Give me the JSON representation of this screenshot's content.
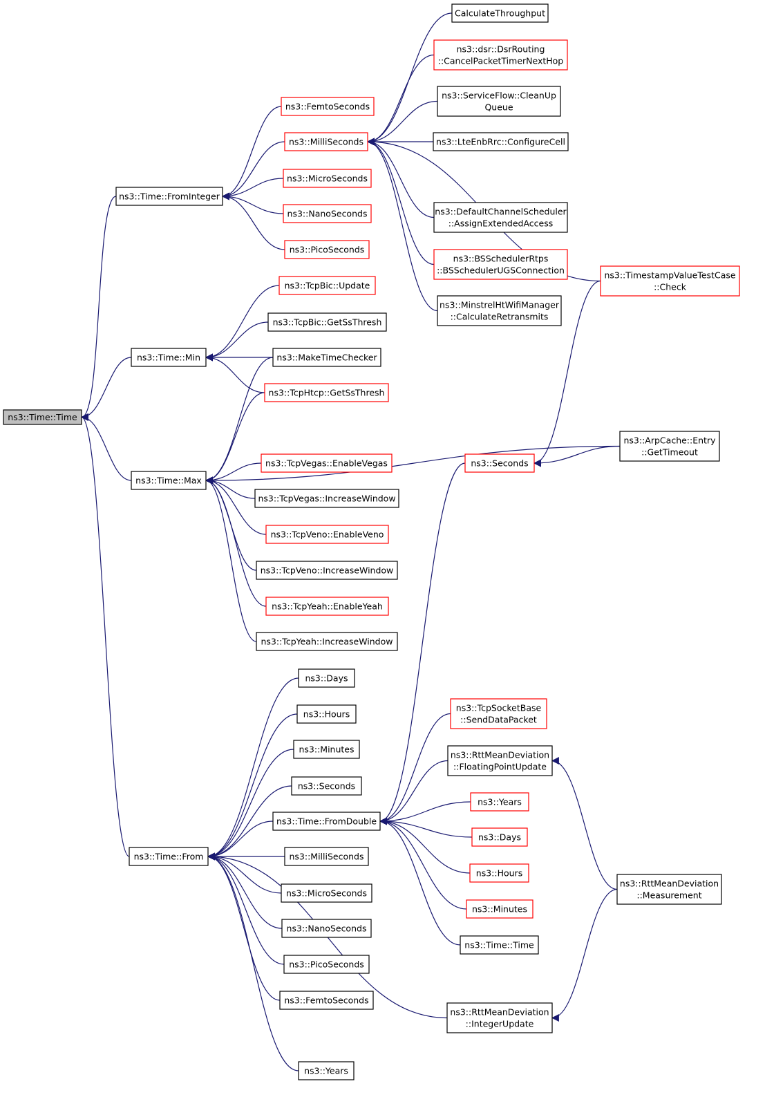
{
  "colors": {
    "edge": "#191970",
    "border_default": "#000000",
    "border_truncated": "#ff0000",
    "fill_root": "#bfbfbf",
    "fill_default": "#ffffff"
  },
  "legend_meaning": {
    "red_border": "truncated node (has more callers not shown)",
    "gray_fill": "focus function"
  },
  "nodes": [
    {
      "id": "root",
      "lines": [
        "ns3::Time::Time"
      ],
      "style": "root"
    },
    {
      "id": "fromint",
      "lines": [
        "ns3::Time::FromInteger"
      ],
      "style": "default"
    },
    {
      "id": "min",
      "lines": [
        "ns3::Time::Min"
      ],
      "style": "default"
    },
    {
      "id": "max",
      "lines": [
        "ns3::Time::Max"
      ],
      "style": "default"
    },
    {
      "id": "from",
      "lines": [
        "ns3::Time::From"
      ],
      "style": "default"
    },
    {
      "id": "femto1",
      "lines": [
        "ns3::FemtoSeconds"
      ],
      "style": "truncated"
    },
    {
      "id": "milli1",
      "lines": [
        "ns3::MilliSeconds"
      ],
      "style": "truncated"
    },
    {
      "id": "micro1",
      "lines": [
        "ns3::MicroSeconds"
      ],
      "style": "truncated"
    },
    {
      "id": "nano1",
      "lines": [
        "ns3::NanoSeconds"
      ],
      "style": "truncated"
    },
    {
      "id": "pico1",
      "lines": [
        "ns3::PicoSeconds"
      ],
      "style": "truncated"
    },
    {
      "id": "calcthru",
      "lines": [
        "CalculateThroughput"
      ],
      "style": "default"
    },
    {
      "id": "dsr",
      "lines": [
        "ns3::dsr::DsrRouting",
        "::CancelPacketTimerNextHop"
      ],
      "style": "truncated"
    },
    {
      "id": "svcflow",
      "lines": [
        "ns3::ServiceFlow::CleanUp",
        "Queue"
      ],
      "style": "default"
    },
    {
      "id": "lteenb",
      "lines": [
        "ns3::LteEnbRrc::ConfigureCell"
      ],
      "style": "default"
    },
    {
      "id": "defchan",
      "lines": [
        "ns3::DefaultChannelScheduler",
        "::AssignExtendedAccess"
      ],
      "style": "default"
    },
    {
      "id": "bssched",
      "lines": [
        "ns3::BSSchedulerRtps",
        "::BSSchedulerUGSConnection"
      ],
      "style": "truncated"
    },
    {
      "id": "minstrel",
      "lines": [
        "ns3::MinstrelHtWifiManager",
        "::CalculateRetransmits"
      ],
      "style": "default"
    },
    {
      "id": "tsvalue",
      "lines": [
        "ns3::TimestampValueTestCase",
        "::Check"
      ],
      "style": "truncated"
    },
    {
      "id": "tcpbicupd",
      "lines": [
        "ns3::TcpBic::Update"
      ],
      "style": "truncated"
    },
    {
      "id": "tcpbicget",
      "lines": [
        "ns3::TcpBic::GetSsThresh"
      ],
      "style": "default"
    },
    {
      "id": "maketime",
      "lines": [
        "ns3::MakeTimeChecker"
      ],
      "style": "default"
    },
    {
      "id": "tcphtcp",
      "lines": [
        "ns3::TcpHtcp::GetSsThresh"
      ],
      "style": "truncated"
    },
    {
      "id": "arpcache",
      "lines": [
        "ns3::ArpCache::Entry",
        "::GetTimeout"
      ],
      "style": "default"
    },
    {
      "id": "seconds1",
      "lines": [
        "ns3::Seconds"
      ],
      "style": "truncated"
    },
    {
      "id": "vegasen",
      "lines": [
        "ns3::TcpVegas::EnableVegas"
      ],
      "style": "truncated"
    },
    {
      "id": "vegasinc",
      "lines": [
        "ns3::TcpVegas::IncreaseWindow"
      ],
      "style": "default"
    },
    {
      "id": "venoen",
      "lines": [
        "ns3::TcpVeno::EnableVeno"
      ],
      "style": "truncated"
    },
    {
      "id": "venoinc",
      "lines": [
        "ns3::TcpVeno::IncreaseWindow"
      ],
      "style": "default"
    },
    {
      "id": "yeahen",
      "lines": [
        "ns3::TcpYeah::EnableYeah"
      ],
      "style": "truncated"
    },
    {
      "id": "yeahinc",
      "lines": [
        "ns3::TcpYeah::IncreaseWindow"
      ],
      "style": "default"
    },
    {
      "id": "days2",
      "lines": [
        "ns3::Days"
      ],
      "style": "default"
    },
    {
      "id": "hours2",
      "lines": [
        "ns3::Hours"
      ],
      "style": "default"
    },
    {
      "id": "minutes2",
      "lines": [
        "ns3::Minutes"
      ],
      "style": "default"
    },
    {
      "id": "seconds2",
      "lines": [
        "ns3::Seconds"
      ],
      "style": "default"
    },
    {
      "id": "fromdouble",
      "lines": [
        "ns3::Time::FromDouble"
      ],
      "style": "default"
    },
    {
      "id": "milli2",
      "lines": [
        "ns3::MilliSeconds"
      ],
      "style": "default"
    },
    {
      "id": "micro2",
      "lines": [
        "ns3::MicroSeconds"
      ],
      "style": "default"
    },
    {
      "id": "nano2",
      "lines": [
        "ns3::NanoSeconds"
      ],
      "style": "default"
    },
    {
      "id": "pico2",
      "lines": [
        "ns3::PicoSeconds"
      ],
      "style": "default"
    },
    {
      "id": "femto2",
      "lines": [
        "ns3::FemtoSeconds"
      ],
      "style": "default"
    },
    {
      "id": "years2",
      "lines": [
        "ns3::Years"
      ],
      "style": "default"
    },
    {
      "id": "tcpsock",
      "lines": [
        "ns3::TcpSocketBase",
        "::SendDataPacket"
      ],
      "style": "truncated"
    },
    {
      "id": "rttfloat",
      "lines": [
        "ns3::RttMeanDeviation",
        "::FloatingPointUpdate"
      ],
      "style": "default"
    },
    {
      "id": "years3",
      "lines": [
        "ns3::Years"
      ],
      "style": "truncated"
    },
    {
      "id": "days3",
      "lines": [
        "ns3::Days"
      ],
      "style": "truncated"
    },
    {
      "id": "hours3",
      "lines": [
        "ns3::Hours"
      ],
      "style": "truncated"
    },
    {
      "id": "minutes3",
      "lines": [
        "ns3::Minutes"
      ],
      "style": "truncated"
    },
    {
      "id": "timetime2",
      "lines": [
        "ns3::Time::Time"
      ],
      "style": "default"
    },
    {
      "id": "rttmeas",
      "lines": [
        "ns3::RttMeanDeviation",
        "::Measurement"
      ],
      "style": "default"
    },
    {
      "id": "rttint",
      "lines": [
        "ns3::RttMeanDeviation",
        "::IntegerUpdate"
      ],
      "style": "default"
    }
  ],
  "edges": [
    [
      "fromint",
      "root"
    ],
    [
      "min",
      "root"
    ],
    [
      "max",
      "root"
    ],
    [
      "from",
      "root"
    ],
    [
      "femto1",
      "fromint"
    ],
    [
      "milli1",
      "fromint"
    ],
    [
      "micro1",
      "fromint"
    ],
    [
      "nano1",
      "fromint"
    ],
    [
      "pico1",
      "fromint"
    ],
    [
      "calcthru",
      "milli1"
    ],
    [
      "dsr",
      "milli1"
    ],
    [
      "svcflow",
      "milli1"
    ],
    [
      "lteenb",
      "milli1"
    ],
    [
      "defchan",
      "milli1"
    ],
    [
      "bssched",
      "milli1"
    ],
    [
      "minstrel",
      "milli1"
    ],
    [
      "tsvalue",
      "milli1"
    ],
    [
      "tcpbicupd",
      "min"
    ],
    [
      "tcpbicget",
      "min"
    ],
    [
      "maketime",
      "min"
    ],
    [
      "tcphtcp",
      "min"
    ],
    [
      "maketime",
      "max"
    ],
    [
      "tcphtcp",
      "max"
    ],
    [
      "arpcache",
      "max"
    ],
    [
      "vegasen",
      "max"
    ],
    [
      "vegasinc",
      "max"
    ],
    [
      "venoen",
      "max"
    ],
    [
      "venoinc",
      "max"
    ],
    [
      "yeahen",
      "max"
    ],
    [
      "yeahinc",
      "max"
    ],
    [
      "tsvalue",
      "seconds1"
    ],
    [
      "arpcache",
      "seconds1"
    ],
    [
      "days2",
      "from"
    ],
    [
      "hours2",
      "from"
    ],
    [
      "minutes2",
      "from"
    ],
    [
      "seconds2",
      "from"
    ],
    [
      "fromdouble",
      "from"
    ],
    [
      "milli2",
      "from"
    ],
    [
      "micro2",
      "from"
    ],
    [
      "nano2",
      "from"
    ],
    [
      "pico2",
      "from"
    ],
    [
      "femto2",
      "from"
    ],
    [
      "rttint",
      "from"
    ],
    [
      "years2",
      "from"
    ],
    [
      "seconds1",
      "fromdouble"
    ],
    [
      "tcpsock",
      "fromdouble"
    ],
    [
      "rttfloat",
      "fromdouble"
    ],
    [
      "years3",
      "fromdouble"
    ],
    [
      "days3",
      "fromdouble"
    ],
    [
      "hours3",
      "fromdouble"
    ],
    [
      "minutes3",
      "fromdouble"
    ],
    [
      "timetime2",
      "fromdouble"
    ],
    [
      "rttmeas",
      "rttfloat"
    ],
    [
      "rttmeas",
      "rttint"
    ]
  ]
}
